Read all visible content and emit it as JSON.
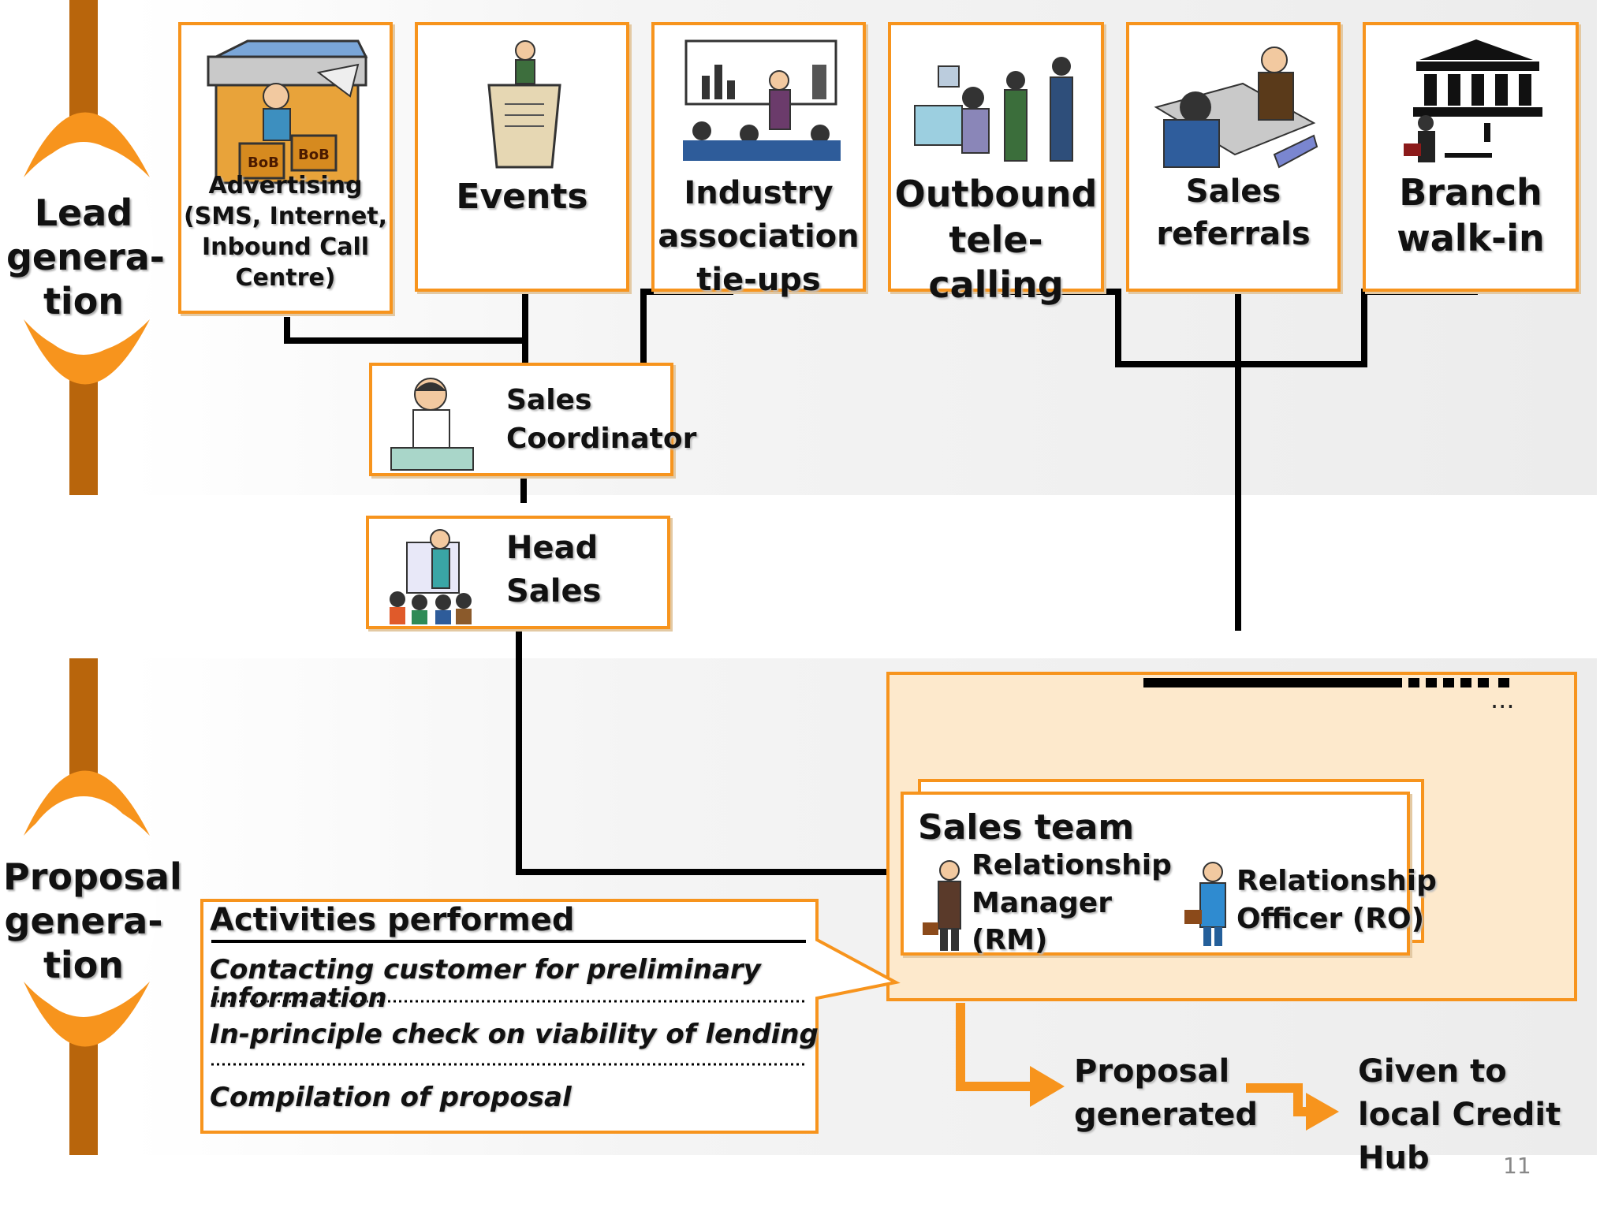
{
  "phases": {
    "lead": "Lead genera-tion",
    "lead_lines": [
      "Lead",
      "genera-",
      "tion"
    ],
    "proposal_lines": [
      "Proposal",
      "genera-",
      "tion"
    ]
  },
  "sources": [
    {
      "lines": [
        "Advertising",
        "(SMS, Internet,",
        "Inbound Call",
        "Centre)"
      ]
    },
    {
      "lines": [
        "Events"
      ]
    },
    {
      "lines": [
        "Industry",
        "association",
        "tie-ups"
      ]
    },
    {
      "lines": [
        "Outbound",
        "tele-calling"
      ]
    },
    {
      "lines": [
        "Sales",
        "referrals"
      ]
    },
    {
      "lines": [
        "Branch",
        "walk-in"
      ]
    }
  ],
  "advertising_sign": [
    "BoB",
    "BoB"
  ],
  "coordinator": [
    "Sales",
    "Coordinator"
  ],
  "head_sales": [
    "Head",
    "Sales"
  ],
  "sales_team": {
    "title": "Sales team",
    "rm": [
      "Relationship",
      "Manager",
      "(RM)"
    ],
    "ro": [
      "Relationship",
      "Officer (RO)"
    ],
    "ellipsis": "..."
  },
  "activities": {
    "title": "Activities performed",
    "items": [
      "Contacting customer for preliminary information",
      "In-principle check on viability of lending",
      "Compilation of proposal"
    ]
  },
  "flow": {
    "proposal": [
      "Proposal",
      "generated"
    ],
    "given": [
      "Given to",
      "local Credit",
      "Hub"
    ]
  },
  "page_number": "11",
  "colors": {
    "accent": "#f7941d",
    "stem": "#b8650c",
    "panel": "#fde9cc"
  }
}
